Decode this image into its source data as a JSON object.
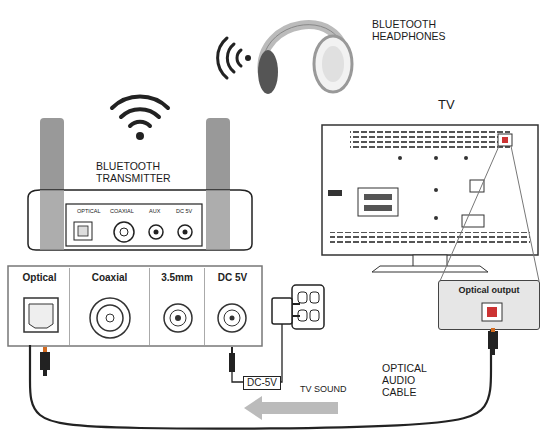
{
  "diagram": {
    "nodes": [
      {
        "text": [
          "Optical"
        ]
      },
      {
        "text": [
          "Coaxial"
        ]
      },
      {
        "text": [
          "3.5mm"
        ]
      },
      {
        "text": [
          "DC 5V"
        ]
      },
      {
        "text": [
          "Optical output"
        ]
      }
    ],
    "edges": [
      {
        "from": 4,
        "to": 0,
        "arrow": "none",
        "label": "OPTICAL AUDIO CABLE"
      }
    ],
    "labels": [
      "BLUETOOTH HEADPHONES",
      "BLUETOOTH TRANSMITTER",
      "TV",
      "OPTICAL",
      "COAXIAL",
      "AUX",
      "DC 5V",
      "DC-5V",
      "TV SOUND"
    ]
  }
}
